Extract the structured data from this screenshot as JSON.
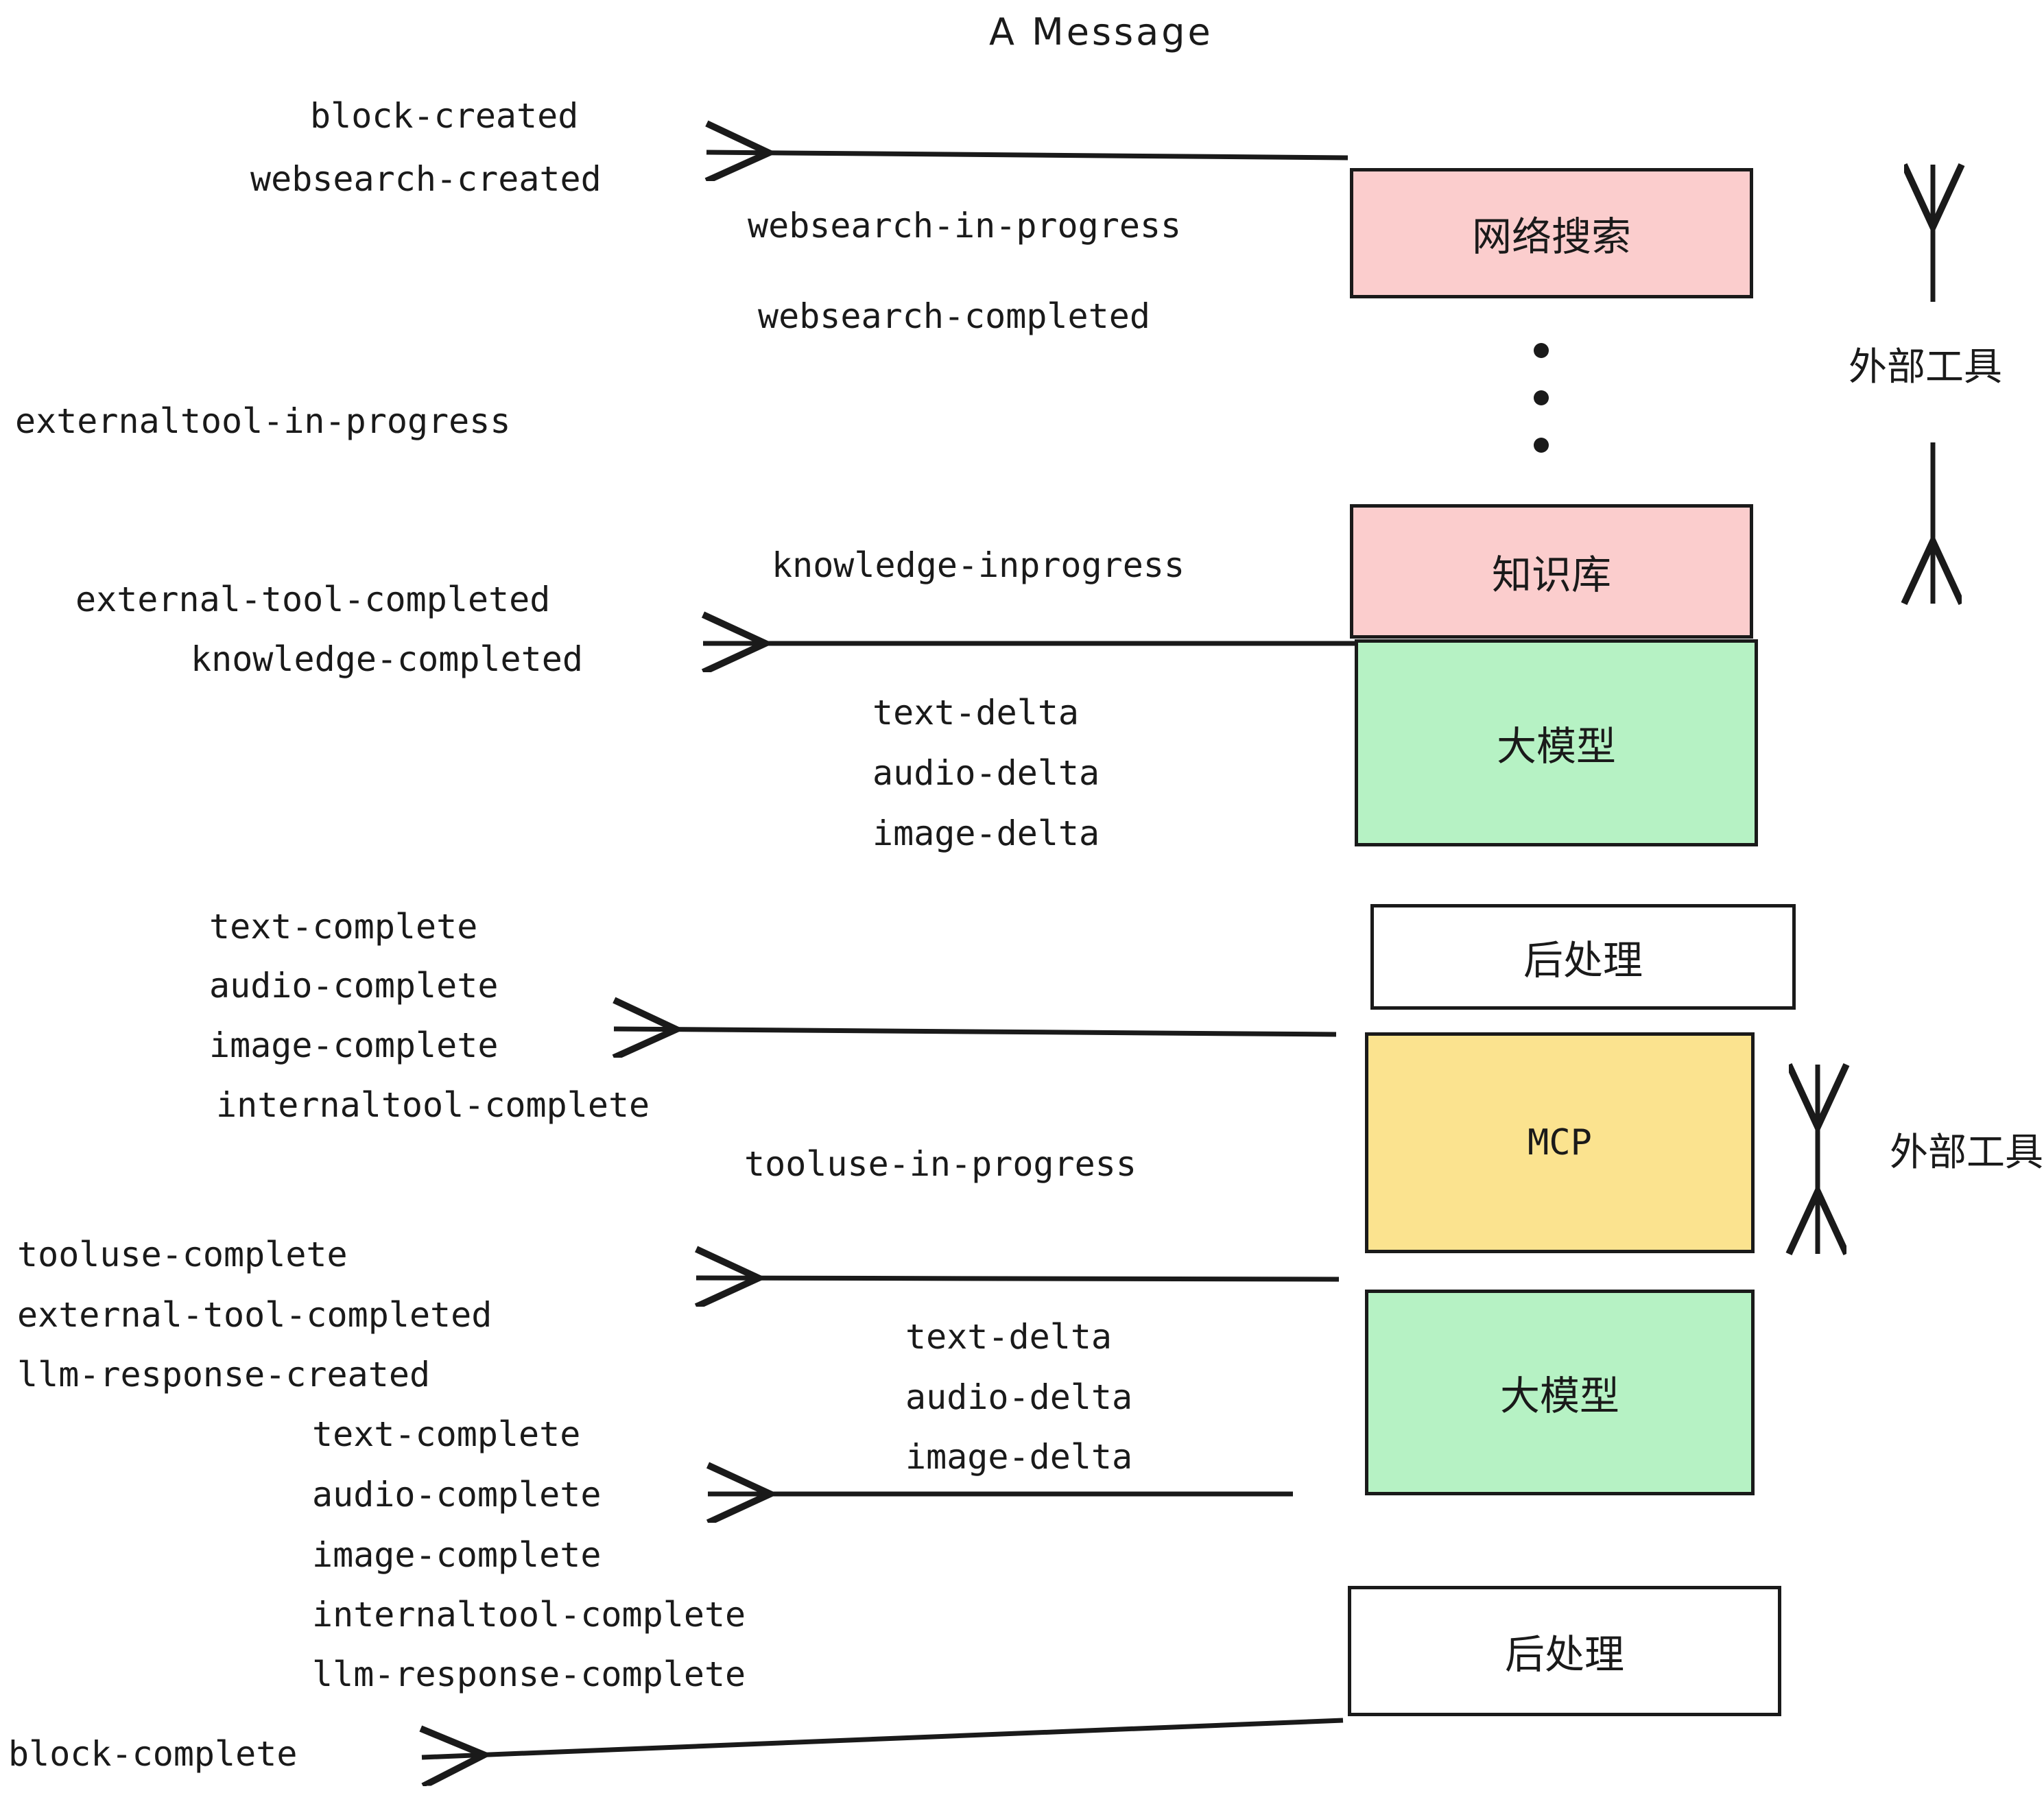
{
  "title": "A Message",
  "events": {
    "block_created": "block-created",
    "websearch_created": "websearch-created",
    "websearch_in_progress": "websearch-in-progress",
    "websearch_completed": "websearch-completed",
    "externaltool_in_progress": "externaltool-in-progress",
    "knowledge_inprogress": "knowledge-inprogress",
    "external_tool_completed_1": "external-tool-completed",
    "knowledge_completed": "knowledge-completed",
    "text_delta_1": "text-delta",
    "audio_delta_1": "audio-delta",
    "image_delta_1": "image-delta",
    "text_complete_1": "text-complete",
    "audio_complete_1": "audio-complete",
    "image_complete_1": "image-complete",
    "internaltool_complete_1": "internaltool-complete",
    "tooluse_in_progress": "tooluse-in-progress",
    "tooluse_complete": "tooluse-complete",
    "external_tool_completed_2": "external-tool-completed",
    "llm_response_created": "llm-response-created",
    "text_delta_2": "text-delta",
    "audio_delta_2": "audio-delta",
    "image_delta_2": "image-delta",
    "text_complete_2": "text-complete",
    "audio_complete_2": "audio-complete",
    "image_complete_2": "image-complete",
    "internaltool_complete_2": "internaltool-complete",
    "llm_response_complete": "llm-response-complete",
    "block_complete": "block-complete"
  },
  "boxes": {
    "websearch": "网络搜索",
    "knowledge": "知识库",
    "llm_1": "大模型",
    "postprocess_1": "后处理",
    "mcp": "MCP",
    "llm_2": "大模型",
    "postprocess_2": "后处理"
  },
  "annotations": {
    "external_tools_top": "外部工具",
    "external_tools_bottom": "外部工具"
  },
  "colors": {
    "pink": "#fbcdcd",
    "green": "#b6f2c4",
    "yellow": "#fbe38f",
    "white": "#ffffff",
    "stroke": "#1a1a1a"
  }
}
